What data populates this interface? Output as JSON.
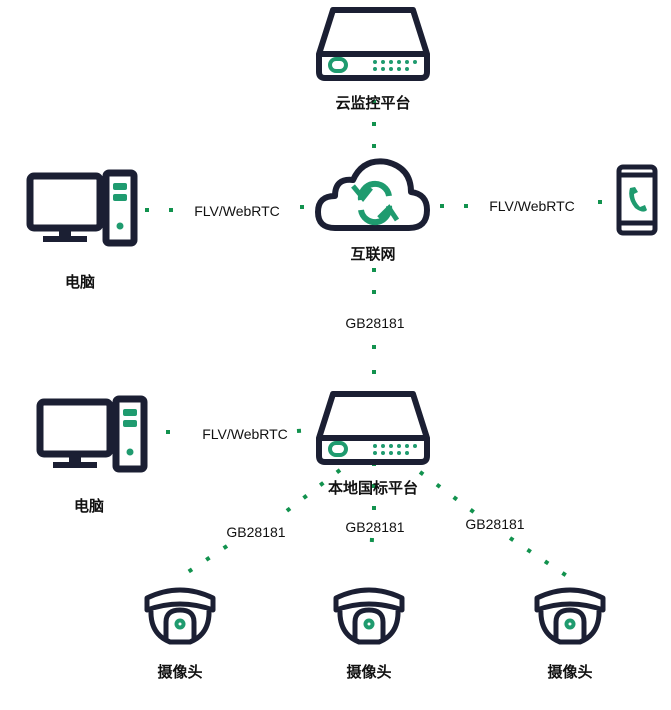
{
  "colors": {
    "ink": "#1b1f33",
    "accent": "#1f9b6f",
    "dot": "#12924e"
  },
  "nodes": {
    "cloud_platform": {
      "label": "云监控平台",
      "icon": "server-icon"
    },
    "internet": {
      "label": "互联网",
      "icon": "cloud-sync-icon"
    },
    "pc_top": {
      "label": "电脑",
      "icon": "desktop-computer-icon"
    },
    "phone": {
      "label": "",
      "icon": "mobile-phone-icon"
    },
    "local_platform": {
      "label": "本地国标平台",
      "icon": "server-icon"
    },
    "pc_bottom": {
      "label": "电脑",
      "icon": "desktop-computer-icon"
    },
    "camera_left": {
      "label": "摄像头",
      "icon": "dome-camera-icon"
    },
    "camera_center": {
      "label": "摄像头",
      "icon": "dome-camera-icon"
    },
    "camera_right": {
      "label": "摄像头",
      "icon": "dome-camera-icon"
    }
  },
  "edges": {
    "pc_top_internet": {
      "label": "FLV/WebRTC"
    },
    "internet_phone": {
      "label": "FLV/WebRTC"
    },
    "internet_local": {
      "label": "GB28181"
    },
    "pc_bottom_local": {
      "label": "FLV/WebRTC"
    },
    "local_camera_left": {
      "label": "GB28181"
    },
    "local_camera_center": {
      "label": "GB28181"
    },
    "local_camera_right": {
      "label": "GB28181"
    },
    "cloud_internet": {
      "label": ""
    }
  }
}
